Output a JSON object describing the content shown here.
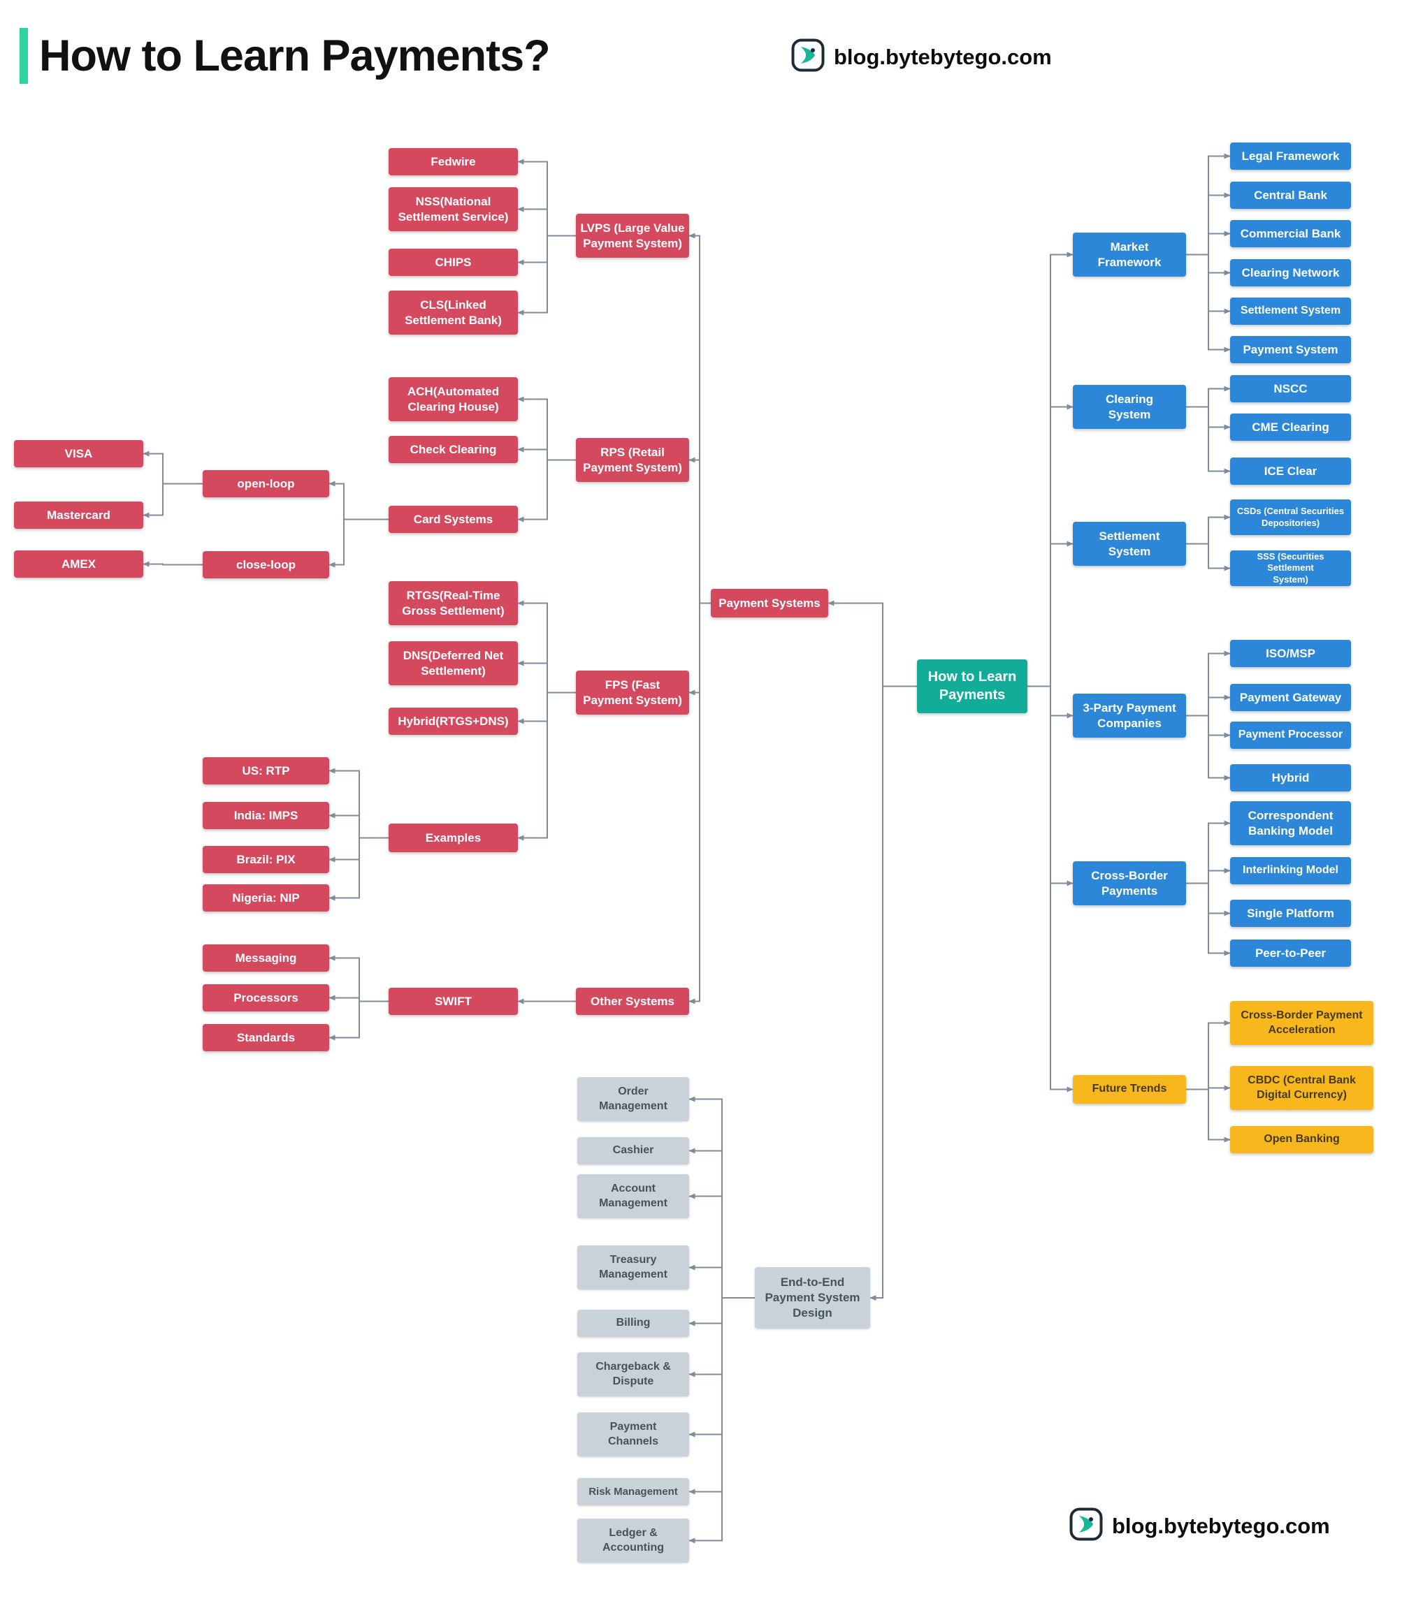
{
  "header": {
    "title": "How to Learn Payments?",
    "brand": "blog.bytebytego.com"
  },
  "footer": {
    "brand": "blog.bytebytego.com"
  },
  "colors": {
    "accent_title_bar": "#2ed3a0",
    "node_red": "#d5495f",
    "node_blue": "#2d87d8",
    "node_teal": "#12ad99",
    "node_yellow": "#f8b71d",
    "node_gray": "#c9d2d8",
    "connector": "#7e8b98",
    "yellow_text": "#463a15",
    "gray_text": "#44535e",
    "title_text": "#111111"
  },
  "nodes": {
    "root": {
      "label": "How to Learn\nPayments"
    },
    "payment_systems": {
      "label": "Payment Systems"
    },
    "lvps": {
      "label": "LVPS (Large Value\nPayment System)"
    },
    "fedwire": {
      "label": "Fedwire"
    },
    "nss": {
      "label": "NSS(National\nSettlement Service)"
    },
    "chips": {
      "label": "CHIPS"
    },
    "cls": {
      "label": "CLS(Linked\nSettlement Bank)"
    },
    "rps": {
      "label": "RPS (Retail\nPayment System)"
    },
    "ach": {
      "label": "ACH(Automated\nClearing House)"
    },
    "check_clearing": {
      "label": "Check Clearing"
    },
    "card_systems": {
      "label": "Card Systems"
    },
    "open_loop": {
      "label": "open-loop"
    },
    "close_loop": {
      "label": "close-loop"
    },
    "visa": {
      "label": "VISA"
    },
    "mastercard": {
      "label": "Mastercard"
    },
    "amex": {
      "label": "AMEX"
    },
    "fps": {
      "label": "FPS (Fast\nPayment System)"
    },
    "rtgs": {
      "label": "RTGS(Real-Time\nGross Settlement)"
    },
    "dns": {
      "label": "DNS(Deferred Net\nSettlement)"
    },
    "hybrid_rtgs_dns": {
      "label": "Hybrid(RTGS+DNS)"
    },
    "examples": {
      "label": "Examples"
    },
    "us_rtp": {
      "label": "US: RTP"
    },
    "india_imps": {
      "label": "India: IMPS"
    },
    "brazil_pix": {
      "label": "Brazil: PIX"
    },
    "nigeria_nip": {
      "label": "Nigeria: NIP"
    },
    "other_systems": {
      "label": "Other Systems"
    },
    "swift": {
      "label": "SWIFT"
    },
    "messaging": {
      "label": "Messaging"
    },
    "processors": {
      "label": "Processors"
    },
    "standards": {
      "label": "Standards"
    },
    "market_framework": {
      "label": "Market\nFramework"
    },
    "legal_framework": {
      "label": "Legal Framework"
    },
    "central_bank": {
      "label": "Central Bank"
    },
    "commercial_bank": {
      "label": "Commercial Bank"
    },
    "clearing_network": {
      "label": "Clearing Network"
    },
    "settlement_system_leaf": {
      "label": "Settlement System"
    },
    "payment_system_leaf": {
      "label": "Payment System"
    },
    "clearing_system": {
      "label": "Clearing\nSystem"
    },
    "nscc": {
      "label": "NSCC"
    },
    "cme_clearing": {
      "label": "CME Clearing"
    },
    "ice_clear": {
      "label": "ICE Clear"
    },
    "settlement_system": {
      "label": "Settlement\nSystem"
    },
    "csds": {
      "label": "CSDs (Central Securities\nDepositories)"
    },
    "sss": {
      "label": "SSS (Securities Settlement\nSystem)"
    },
    "three_party": {
      "label": "3-Party Payment\nCompanies"
    },
    "iso_msp": {
      "label": "ISO/MSP"
    },
    "payment_gateway": {
      "label": "Payment Gateway"
    },
    "payment_processor": {
      "label": "Payment Processor"
    },
    "hybrid": {
      "label": "Hybrid"
    },
    "cross_border": {
      "label": "Cross-Border\nPayments"
    },
    "correspondent": {
      "label": "Correspondent\nBanking Model"
    },
    "interlinking": {
      "label": "Interlinking Model"
    },
    "single_platform": {
      "label": "Single Platform"
    },
    "peer_to_peer": {
      "label": "Peer-to-Peer"
    },
    "future_trends": {
      "label": "Future Trends"
    },
    "cbpa": {
      "label": "Cross-Border Payment\nAcceleration"
    },
    "cbdc": {
      "label": "CBDC (Central Bank\nDigital Currency)"
    },
    "open_banking": {
      "label": "Open Banking"
    },
    "e2e": {
      "label": "End-to-End\nPayment System\nDesign"
    },
    "order_mgmt": {
      "label": "Order\nManagement"
    },
    "cashier": {
      "label": "Cashier"
    },
    "account_mgmt": {
      "label": "Account\nManagement"
    },
    "treasury_mgmt": {
      "label": "Treasury\nManagement"
    },
    "billing": {
      "label": "Billing"
    },
    "chargeback": {
      "label": "Chargeback &\nDispute"
    },
    "payment_channels": {
      "label": "Payment\nChannels"
    },
    "risk_mgmt": {
      "label": "Risk Management"
    },
    "ledger": {
      "label": "Ledger &\nAccounting"
    }
  }
}
